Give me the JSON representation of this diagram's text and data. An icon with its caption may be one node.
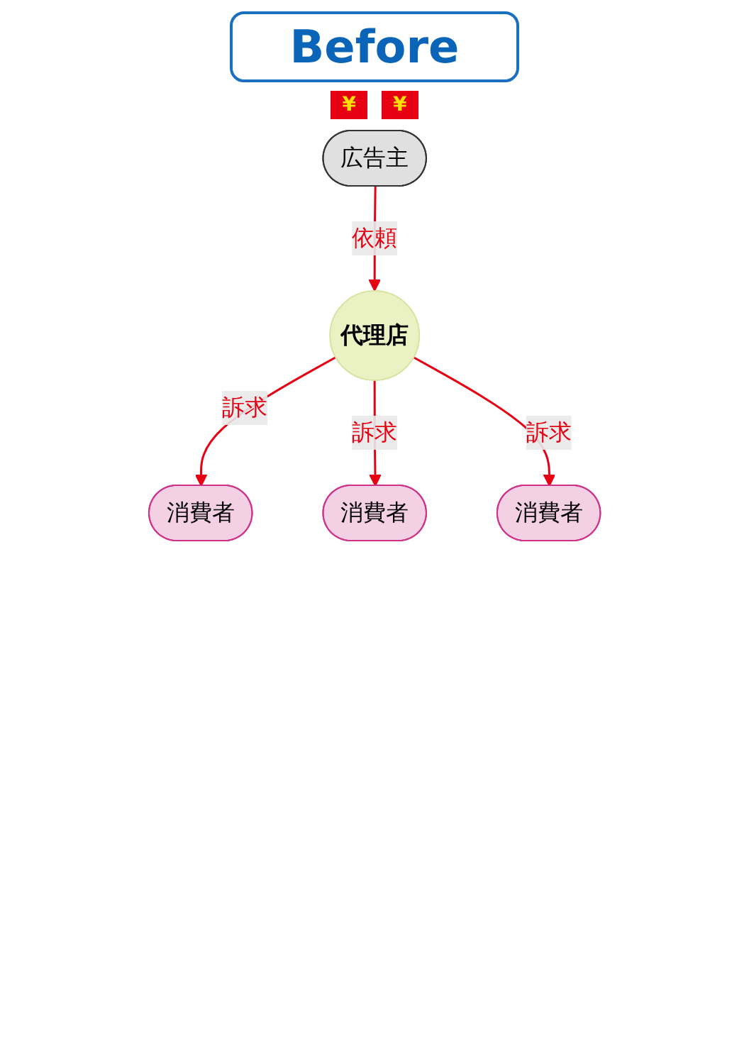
{
  "diagram": {
    "title": "Before",
    "nodes": [
      {
        "text": [
          "広告主"
        ]
      },
      {
        "text": [
          "消費者"
        ]
      },
      {
        "text": [
          "代理店"
        ]
      },
      {
        "text": [
          "消費者"
        ]
      },
      {
        "text": [
          "消費者"
        ]
      }
    ],
    "edges": [
      {
        "from": 0,
        "to": 2,
        "arrow": "to",
        "label": "依頼"
      },
      {
        "from": 2,
        "to": 1,
        "arrow": "to",
        "label": "訴求"
      },
      {
        "from": 2,
        "to": 3,
        "arrow": "to",
        "label": "訴求"
      },
      {
        "from": 2,
        "to": 4,
        "arrow": "to",
        "label": "訴求"
      }
    ],
    "labels": [
      "¥",
      "¥"
    ]
  }
}
